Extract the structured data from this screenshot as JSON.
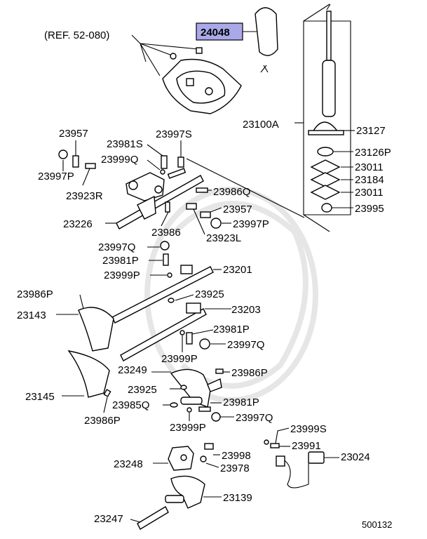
{
  "diagram": {
    "reference_label": "(REF. 52-080)",
    "highlight_color": "#a9a9e8",
    "highlighted_part": "24048",
    "figure_number": "500132",
    "labels": {
      "p24048": "24048",
      "p23100A": "23100A",
      "p23127": "23127",
      "p23126P": "23126P",
      "p23011a": "23011",
      "p23184": "23184",
      "p23011b": "23011",
      "p23995": "23995",
      "p23957a": "23957",
      "p23981S": "23981S",
      "p23997S": "23997S",
      "p23999Q": "23999Q",
      "p23997Pa": "23997P",
      "p23923R": "23923R",
      "p23986Q": "23986Q",
      "p23957b": "23957",
      "p23997Pb": "23997P",
      "p23226": "23226",
      "p23986": "23986",
      "p23923L": "23923L",
      "p23997Qa": "23997Q",
      "p23981Pa": "23981P",
      "p23999Pa": "23999P",
      "p23201": "23201",
      "p23986Pa": "23986P",
      "p23925a": "23925",
      "p23143": "23143",
      "p23203": "23203",
      "p23981Pb": "23981P",
      "p23997Qb": "23997Q",
      "p23999Pb": "23999P",
      "p23249": "23249",
      "p23986Pb": "23986P",
      "p23145": "23145",
      "p23925b": "23925",
      "p23981Pc": "23981P",
      "p23985Q": "23985Q",
      "p23997Qc": "23997Q",
      "p23986Pc": "23986P",
      "p23999Pc": "23999P",
      "p23999S": "23999S",
      "p23991": "23991",
      "p23998": "23998",
      "p23024": "23024",
      "p23248": "23248",
      "p23978": "23978",
      "p23139": "23139",
      "p23247": "23247"
    }
  }
}
